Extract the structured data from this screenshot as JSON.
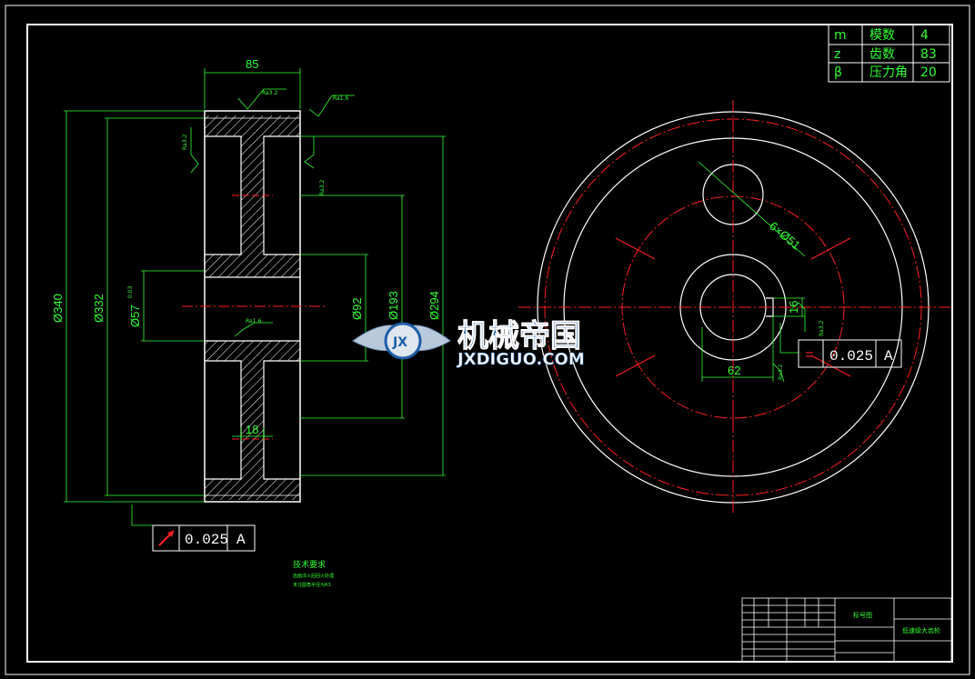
{
  "colors": {
    "background": "#000000",
    "outline": "#ffffff",
    "dimension": "#33ff33",
    "centerline": "#ff2020",
    "watermark": "#1f5fa8"
  },
  "gear_params": {
    "rows": [
      {
        "symbol": "m",
        "name": "模数",
        "value": "4"
      },
      {
        "symbol": "z",
        "name": "齿数",
        "value": "83"
      },
      {
        "symbol": "β",
        "name": "压力角",
        "value": "20"
      }
    ]
  },
  "dimensions": {
    "face_width": "85",
    "od": "Ø340",
    "tip_diameter": "Ø332",
    "hub_diameter": "Ø57",
    "hub_tol": "0.03",
    "bore": "Ø92",
    "bolt_circle": "Ø193",
    "rim_inner": "Ø294",
    "web_thickness": "18",
    "keyway_width": "16",
    "keyway_depth": "62",
    "holes": "6×Ø51"
  },
  "roughness": {
    "ra32": "Ra3.2",
    "ra16": "Ra1.6"
  },
  "tolerance_left": {
    "value": "0.025",
    "datum": "A"
  },
  "tolerance_right": {
    "symbol": "=",
    "value": "0.025",
    "datum": "A"
  },
  "tech_notes": {
    "title": "技术要求",
    "line1": "齿面淬火后回火处理",
    "line2": "未注圆角半径为R3"
  },
  "title_block": {
    "designer_label": "标号图",
    "drawing_name": "低速级大齿轮"
  },
  "watermark": {
    "cn": "机械帝国",
    "en": "JXDIGUO.COM",
    "logo": "JX"
  }
}
